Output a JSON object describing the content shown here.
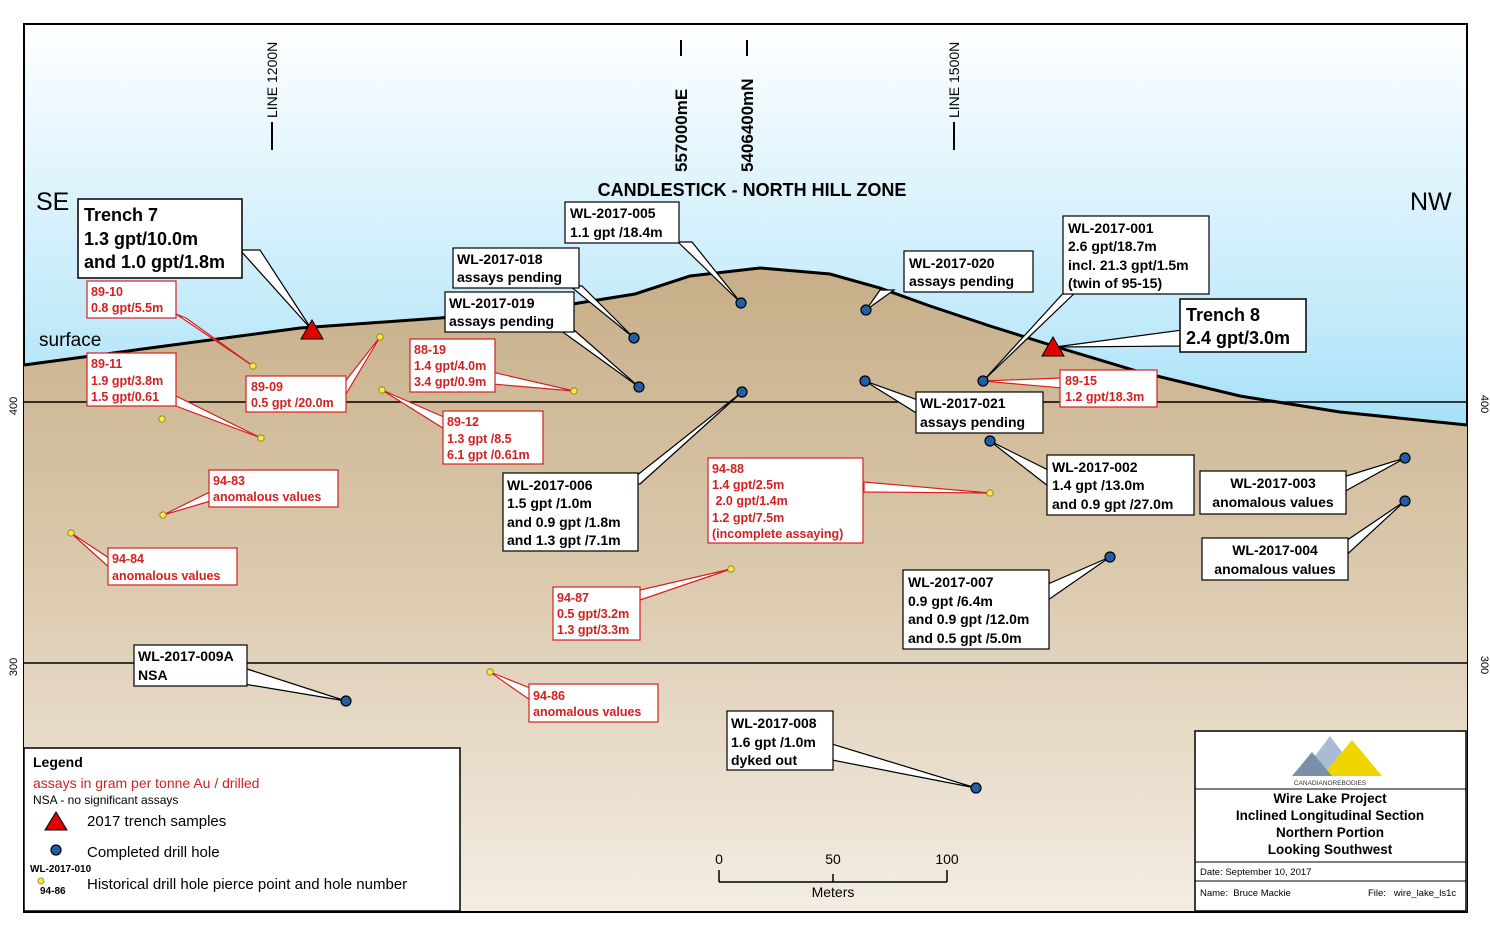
{
  "title": "CANDLESTICK - NORTH HILL ZONE",
  "direction_left": "SE",
  "direction_right": "NW",
  "surface_label": "surface",
  "elevation_labels": {
    "upper": "400",
    "lower": "300"
  },
  "grid_lines": {
    "line_1200n": "LINE 1200N",
    "line_1500n": "LINE 1500N",
    "easting": "557000mE",
    "northing": "5406400mN"
  },
  "colors": {
    "sky": "#1fb5ea",
    "rock_top": "#c8b08a",
    "rock_bottom": "#f0e8da",
    "drill_hole": "#1f5fa8",
    "trench": "#e00000",
    "historical": "#f5e84a",
    "assay_red": "#d42020"
  },
  "trenches": [
    {
      "name": "Trench 7",
      "lines": [
        "Trench 7",
        "1.3 gpt/10.0m",
        "and 1.0 gpt/1.8m"
      ]
    },
    {
      "name": "Trench 8",
      "lines": [
        "Trench 8",
        "2.4 gpt/3.0m"
      ]
    }
  ],
  "drill_holes": [
    {
      "id": "WL-2017-005",
      "lines": [
        "WL-2017-005",
        "1.1 gpt /18.4m"
      ]
    },
    {
      "id": "WL-2017-018",
      "lines": [
        "WL-2017-018",
        "assays pending"
      ]
    },
    {
      "id": "WL-2017-019",
      "lines": [
        "WL-2017-019",
        "assays pending"
      ]
    },
    {
      "id": "WL-2017-020",
      "lines": [
        "WL-2017-020",
        "assays pending"
      ]
    },
    {
      "id": "WL-2017-001",
      "lines": [
        "WL-2017-001",
        "2.6 gpt/18.7m",
        "incl. 21.3 gpt/1.5m",
        "(twin of 95-15)"
      ]
    },
    {
      "id": "WL-2017-021",
      "lines": [
        "WL-2017-021",
        "assays pending"
      ]
    },
    {
      "id": "WL-2017-006",
      "lines": [
        "WL-2017-006",
        "1.5 gpt /1.0m",
        "and 0.9 gpt /1.8m",
        "and 1.3 gpt /7.1m"
      ]
    },
    {
      "id": "WL-2017-002",
      "lines": [
        "WL-2017-002",
        "1.4 gpt /13.0m",
        "and 0.9 gpt /27.0m"
      ]
    },
    {
      "id": "WL-2017-003",
      "lines": [
        "WL-2017-003",
        "anomalous values"
      ]
    },
    {
      "id": "WL-2017-004",
      "lines": [
        "WL-2017-004",
        "anomalous values"
      ]
    },
    {
      "id": "WL-2017-007",
      "lines": [
        "WL-2017-007",
        "0.9 gpt /6.4m",
        "and 0.9 gpt /12.0m",
        "and 0.5 gpt /5.0m"
      ]
    },
    {
      "id": "WL-2017-009A",
      "lines": [
        "WL-2017-009A",
        "NSA"
      ]
    },
    {
      "id": "WL-2017-008",
      "lines": [
        "WL-2017-008",
        "1.6 gpt /1.0m",
        "dyked out"
      ]
    }
  ],
  "historical_holes": [
    {
      "id": "89-10",
      "lines": [
        "89-10",
        "0.8 gpt/5.5m"
      ]
    },
    {
      "id": "89-11",
      "lines": [
        "89-11",
        "1.9 gpt/3.8m",
        "1.5 gpt/0.61"
      ]
    },
    {
      "id": "89-09",
      "lines": [
        "89-09",
        "0.5 gpt /20.0m"
      ]
    },
    {
      "id": "88-19",
      "lines": [
        "88-19",
        "1.4 gpt/4.0m",
        "3.4 gpt/0.9m"
      ]
    },
    {
      "id": "89-12",
      "lines": [
        "89-12",
        "1.3 gpt /8.5",
        "6.1 gpt /0.61m"
      ]
    },
    {
      "id": "89-15",
      "lines": [
        "89-15",
        "1.2 gpt/18.3m"
      ]
    },
    {
      "id": "94-83",
      "lines": [
        "94-83",
        "anomalous values"
      ]
    },
    {
      "id": "94-84",
      "lines": [
        "94-84",
        "anomalous values"
      ]
    },
    {
      "id": "94-88",
      "lines": [
        "94-88",
        "1.4 gpt/2.5m",
        " 2.0 gpt/1.4m",
        "1.2 gpt/7.5m",
        "(incomplete assaying)"
      ]
    },
    {
      "id": "94-87",
      "lines": [
        "94-87",
        "0.5 gpt/3.2m",
        "1.3 gpt/3.3m"
      ]
    },
    {
      "id": "94-86",
      "lines": [
        "94-86",
        "anomalous values"
      ]
    }
  ],
  "legend": {
    "title": "Legend",
    "assay_note": "assays in gram per tonne Au / drilled",
    "nsa_note": "NSA - no significant assays",
    "trench_item": "2017 trench samples",
    "drill_item": "Completed drill hole",
    "historical_item": "Historical drill hole pierce point and hole number",
    "sample_hole": "WL-2017-010",
    "sample_hist": "94-86"
  },
  "scale_bar": {
    "ticks": [
      "0",
      "50",
      "100"
    ],
    "unit": "Meters"
  },
  "title_block": {
    "company": "CANADIANOREBODIES",
    "lines": [
      "Wire Lake Project",
      "Inclined Longitudinal Section",
      "Northern Portion",
      "Looking Southwest"
    ],
    "date": "Date: September 10, 2017",
    "name": "Name:  Bruce Mackie",
    "file": "File:   wire_lake_ls1c"
  }
}
